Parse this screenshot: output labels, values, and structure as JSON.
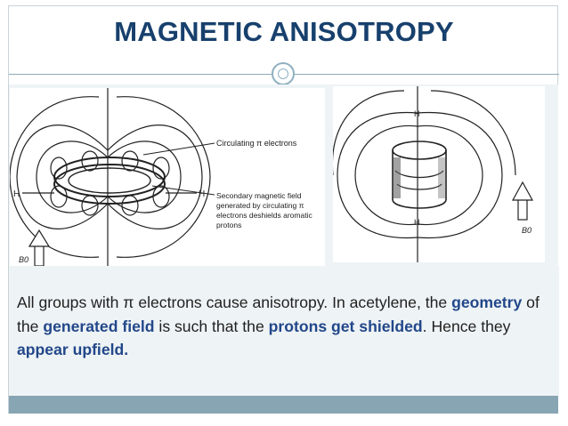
{
  "slide": {
    "title": "MAGNETIC ANISOTROPY",
    "figure_left": {
      "label_circulating": "Circulating π electrons",
      "label_secondary_1": "Secondary magnetic field",
      "label_secondary_2": "generated by circulating π",
      "label_secondary_3": "electrons deshields aromatic",
      "label_secondary_4": "protons",
      "label_h_left": "H",
      "label_h_right": "H",
      "label_b0": "B0"
    },
    "figure_right": {
      "label_h_top": "H",
      "label_h_bottom": "H",
      "label_b0": "B0"
    },
    "paragraph": {
      "p1": "All groups with π electrons cause anisotropy. In acetylene, the ",
      "k1": "geometry",
      "p2": " of the ",
      "k2": "generated field",
      "p3": " is such that the ",
      "k3": "protons get shielded",
      "p4": ". Hence they ",
      "k4": "appear upfield."
    }
  },
  "colors": {
    "title": "#17406d",
    "highlight": "#22478a",
    "panel": "#eef3f5",
    "footer_band": "#87a5b2"
  }
}
